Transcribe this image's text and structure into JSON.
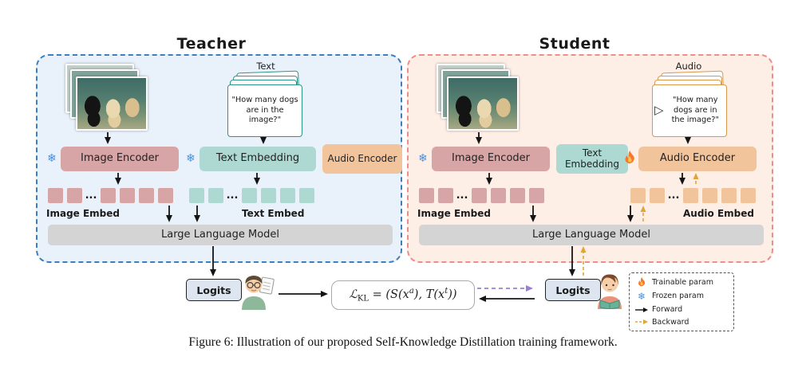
{
  "labels": {
    "teacher": "Teacher",
    "student": "Student"
  },
  "dots": "...",
  "icons": {
    "snowflake": "❄",
    "play": "▷"
  },
  "teacher": {
    "text_label": "Text",
    "prompt": "\"How many dogs are in the image?\"",
    "image_encoder": "Image Encoder",
    "text_embedding": "Text Embedding",
    "audio_encoder": "Audio Encoder",
    "image_embed_label": "Image Embed",
    "text_embed_label": "Text Embed",
    "llm": "Large Language Model",
    "logits": "Logits"
  },
  "student": {
    "audio_label": "Audio",
    "prompt": "\"How many dogs are in the image?\"",
    "image_encoder": "Image Encoder",
    "text_embedding": "Text Embedding",
    "audio_encoder": "Audio Encoder",
    "image_embed_label": "Image Embed",
    "audio_embed_label": "Audio Embed",
    "llm": "Large Language Model",
    "logits": "Logits"
  },
  "formula": {
    "l": "ℒ",
    "sub": "KL",
    "eq": " = (S(x",
    "sup_a": "a",
    "mid": "), T(x",
    "sup_t": "t",
    "end": "))"
  },
  "legend": {
    "trainable": "Trainable param",
    "frozen": "Frozen param",
    "forward": "Forward",
    "backward": "Backward"
  },
  "caption": "Figure 6: Illustration of our proposed Self-Knowledge Distillation training framework.",
  "colors": {
    "teacher_border": "#3d7ebf",
    "teacher_bg": "#e9f1fb",
    "student_border": "#ef8c8c",
    "student_bg": "#fdeee6",
    "image_encoder": "#d7a5a5",
    "text_embedding": "#aed9d2",
    "audio_encoder": "#f2c49c",
    "llm": "#d4d4d4",
    "snowflake": "#4a90d9",
    "flame": "#f4792c",
    "backward_arrow": "#dfa53a",
    "distill_arrow": "#9b7fd4"
  }
}
